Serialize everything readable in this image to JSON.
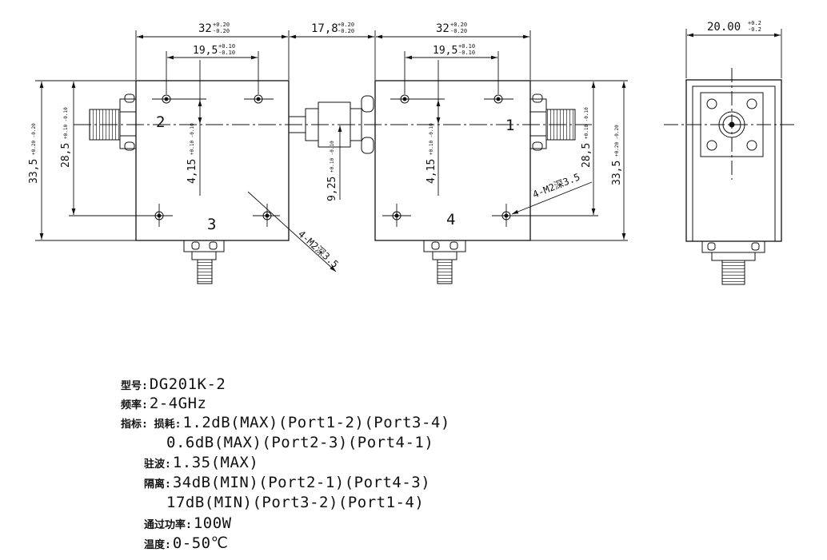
{
  "drawing": {
    "dimensions": {
      "width_left": "32",
      "width_left_tol_plus": "+0.20",
      "width_left_tol_minus": "-0.20",
      "gap": "17,8",
      "gap_tol_plus": "+0.20",
      "gap_tol_minus": "-0.20",
      "width_right": "32",
      "width_right_tol_plus": "+0.20",
      "width_right_tol_minus": "-0.20",
      "hole_spacing_left": "19,5",
      "hole_spacing_left_tol_plus": "+0.10",
      "hole_spacing_left_tol_minus": "-0.10",
      "hole_spacing_right": "19,5",
      "hole_spacing_right_tol_plus": "+0.10",
      "hole_spacing_right_tol_minus": "-0.10",
      "side_width": "20.00",
      "side_width_tol_plus": "+0.2",
      "side_width_tol_minus": "-0.2",
      "height_left": "33,5",
      "height_left_tol": "+0.20 -0.20",
      "hole_height_left": "28,5",
      "hole_height_left_tol": "+0.10 -0.10",
      "center_left": "4,15",
      "center_left_tol": "+0.10 -0.10",
      "center_mid": "9,25",
      "center_mid_tol": "+0.10 -0.10",
      "center_right": "4,15",
      "center_right_tol": "+0.10 -0.10",
      "hole_height_right": "28,5",
      "hole_height_right_tol": "+0.10 -0.10",
      "height_right": "33,5",
      "height_right_tol": "+0.20 -0.20",
      "hole_callout_left": "4-M2深3.5",
      "hole_callout_right": "4-M2深3.5"
    },
    "ports": {
      "p1": "1",
      "p2": "2",
      "p3": "3",
      "p4": "4"
    }
  },
  "specs": [
    {
      "label": "型号:",
      "value": "DG201K-2"
    },
    {
      "label": "频率:",
      "value": "2-4GHz"
    },
    {
      "label": "指标: 损耗:",
      "value": "1.2dB(MAX)(Port1-2)(Port3-4)"
    },
    {
      "label": "",
      "value": "0.6dB(MAX)(Port2-3)(Port4-1)"
    },
    {
      "label": "驻波:",
      "value": "1.35(MAX)"
    },
    {
      "label": "隔离:",
      "value": "34dB(MIN)(Port2-1)(Port4-3)"
    },
    {
      "label": "",
      "value": "17dB(MIN)(Port3-2)(Port1-4)"
    },
    {
      "label": "通过功率:",
      "value": "100W"
    },
    {
      "label": "温度:",
      "value": "0-50℃"
    }
  ]
}
